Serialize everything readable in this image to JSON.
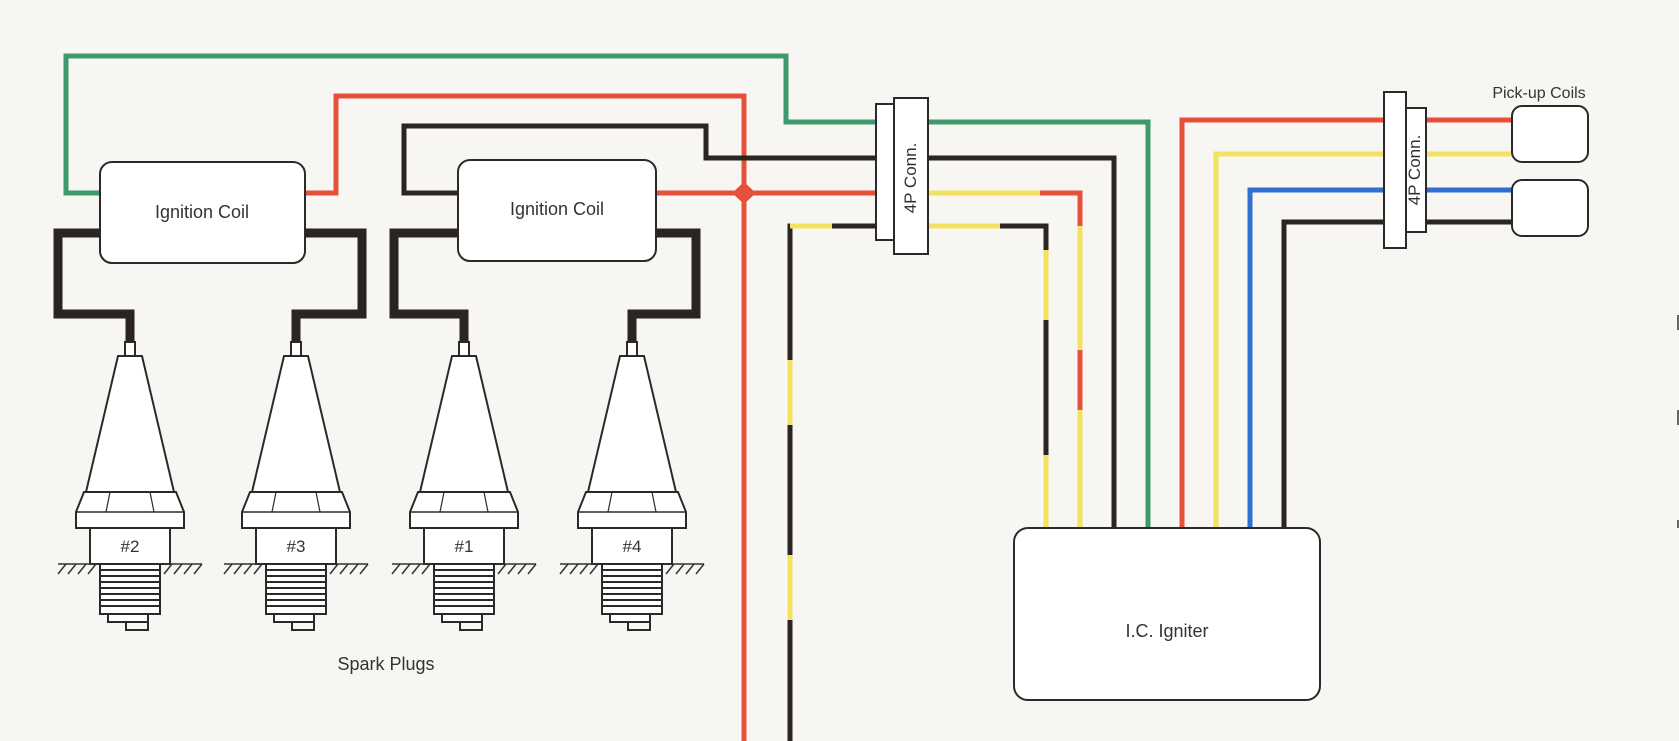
{
  "labels": {
    "ignition_coil_left": "Ignition Coil",
    "ignition_coil_right": "Ignition Coil",
    "connector_left": "4P Conn.",
    "connector_right": "4P Conn.",
    "igniter": "I.C. Igniter",
    "pickup_coils": "Pick-up Coils",
    "spark_plugs": "Spark Plugs",
    "plugs": [
      "#2",
      "#3",
      "#1",
      "#4"
    ]
  },
  "wire_colors": {
    "green": "#3f9a6b",
    "red": "#e4503a",
    "black": "#2b2420",
    "yellow": "#f3e261",
    "blue": "#2f6fd0",
    "hv_lead": "#2b2420"
  }
}
